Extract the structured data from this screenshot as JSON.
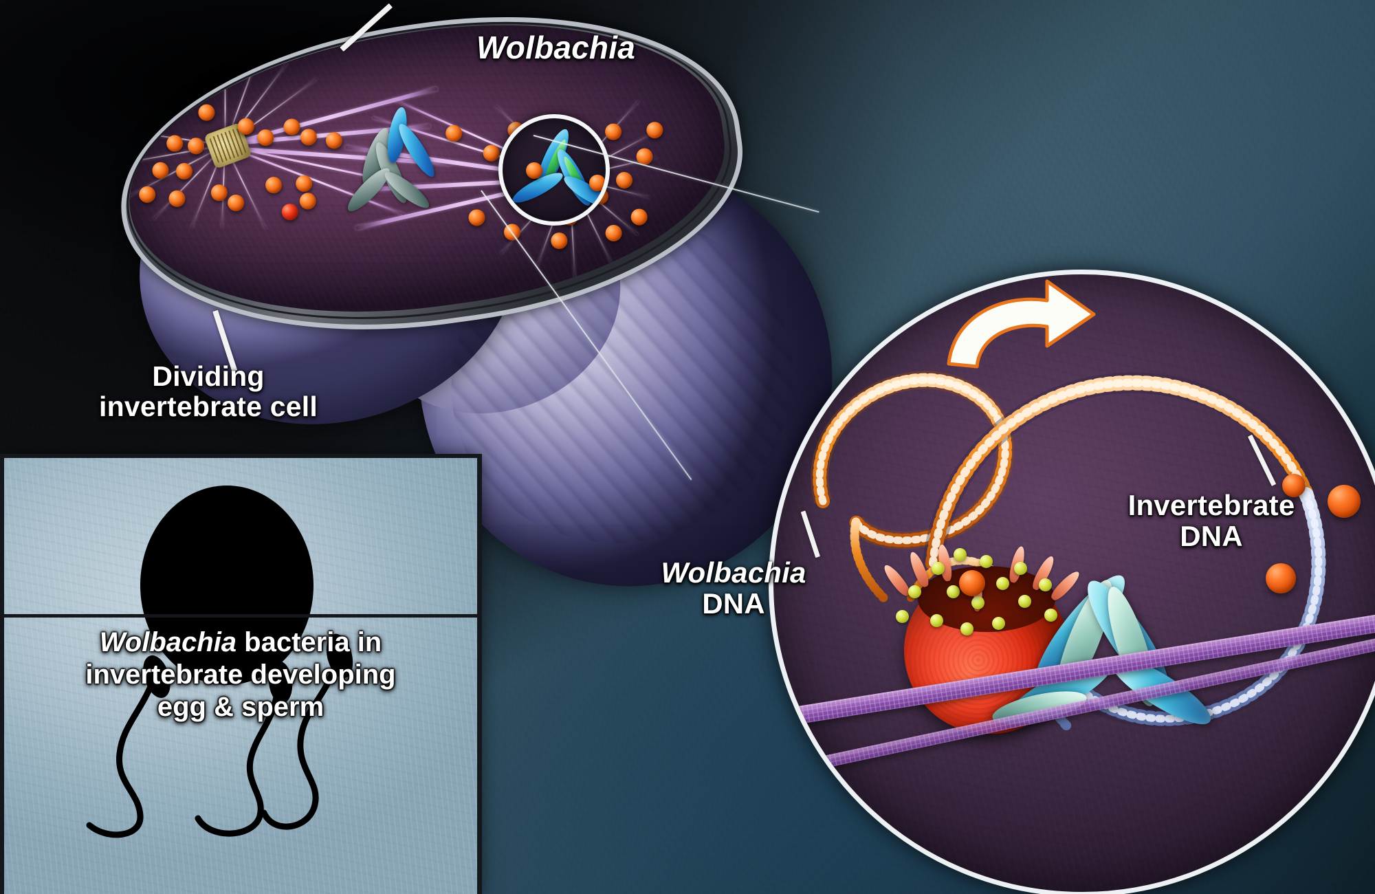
{
  "figure": {
    "title_visible": false,
    "subject": "Wolbachia bacteria horizontal gene transfer in a dividing invertebrate cell"
  },
  "labels": {
    "wolbachia_top": "Wolbachia",
    "dividing_cell_line1": "Dividing",
    "dividing_cell_line2": "invertebrate cell",
    "wolbachia_dna_line1": "Wolbachia",
    "wolbachia_dna_line2": "DNA",
    "invertebrate_dna_line1": "Invertebrate",
    "invertebrate_dna_line2": "DNA"
  },
  "inset": {
    "caption_line1_italic": "Wolbachia",
    "caption_line1_rest": " bacteria in",
    "caption_line2": "invertebrate developing",
    "caption_line3": "egg & sperm",
    "sperm_count": 3
  },
  "colors": {
    "wolbachia_orange": "#ff7a2b",
    "wolbachia_dna_orange": "#e8751c",
    "invertebrate_dna_blue": "#8fa6d8",
    "bacterium_red": "#f6472a",
    "chromosome_blue": "#3fb5d8",
    "chromosome_green": "#48d44a",
    "microtubule_purple": "#a56fc0",
    "cell_cytoplasm_purple": "#553858",
    "cell_membrane_lavender": "#b9bec6",
    "label_text": "#ffffff",
    "arrow_fill": "#fdfdf8",
    "arrow_outline": "#e8751c",
    "inset_background": "#adc2ce",
    "inset_border": "#14171b",
    "ribosome_yellow": "#d9e24a"
  },
  "elements": {
    "magnifier_ring_small": "white circular highlight over mitotic chromosomes",
    "magnifier_circle_large": "enlarged view showing Wolbachia DNA transferring into invertebrate DNA",
    "arrow_direction": "right",
    "arrow_meaning": "gene transfer from Wolbachia DNA to invertebrate DNA"
  }
}
